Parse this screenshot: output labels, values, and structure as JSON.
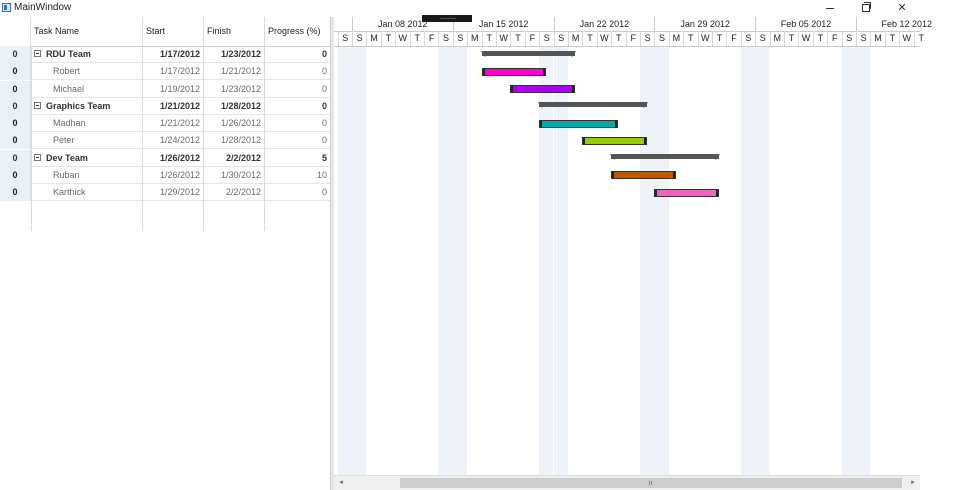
{
  "window": {
    "title": "MainWindow",
    "minimize_icon": "minimize-icon",
    "maximize_icon": "restore-icon",
    "close_icon": "close-icon",
    "close_glyph": "✕"
  },
  "grid": {
    "columns": [
      "Task Name",
      "Start",
      "Finish",
      "Progress (%)"
    ],
    "rows": [
      {
        "idx": "0",
        "name": "RDU Team",
        "start": "1/17/2012",
        "finish": "1/23/2012",
        "progress": "0",
        "parent": true
      },
      {
        "idx": "0",
        "name": "Robert",
        "start": "1/17/2012",
        "finish": "1/21/2012",
        "progress": "0",
        "parent": false
      },
      {
        "idx": "0",
        "name": "Michael",
        "start": "1/19/2012",
        "finish": "1/23/2012",
        "progress": "0",
        "parent": false
      },
      {
        "idx": "0",
        "name": "Graphics Team",
        "start": "1/21/2012",
        "finish": "1/28/2012",
        "progress": "0",
        "parent": true
      },
      {
        "idx": "0",
        "name": "Madhan",
        "start": "1/21/2012",
        "finish": "1/26/2012",
        "progress": "0",
        "parent": false
      },
      {
        "idx": "0",
        "name": "Peter",
        "start": "1/24/2012",
        "finish": "1/28/2012",
        "progress": "0",
        "parent": false
      },
      {
        "idx": "0",
        "name": "Dev Team",
        "start": "1/26/2012",
        "finish": "2/2/2012",
        "progress": "5",
        "parent": true
      },
      {
        "idx": "0",
        "name": "Ruban",
        "start": "1/26/2012",
        "finish": "1/30/2012",
        "progress": "10",
        "parent": false
      },
      {
        "idx": "0",
        "name": "Karthick",
        "start": "1/29/2012",
        "finish": "2/2/2012",
        "progress": "0",
        "parent": false
      }
    ]
  },
  "gantt": {
    "weeks": [
      "Jan 08 2012",
      "Jan 15 2012",
      "Jan 22 2012",
      "Jan 29 2012",
      "Feb 05 2012",
      "Feb 12 2012"
    ],
    "day_letters": [
      "S",
      "S",
      "M",
      "T",
      "W",
      "T",
      "F",
      "S",
      "S",
      "M",
      "T",
      "W",
      "T",
      "F",
      "S",
      "S",
      "M",
      "T",
      "W",
      "T",
      "F",
      "S",
      "S",
      "M",
      "T",
      "W",
      "T",
      "F",
      "S",
      "S",
      "M",
      "T",
      "W",
      "T",
      "F",
      "S",
      "S",
      "M",
      "T",
      "W",
      "T"
    ],
    "bar_colors": {
      "summary": "#555555",
      "Robert": "#ff00cc",
      "Michael": "#aa00ee",
      "Madhan": "#00aaaa",
      "Peter": "#99cc00",
      "Ruban": "#c05800",
      "Karthick": "#ee66bb"
    },
    "weekend_color": "#eef3fa"
  },
  "scrollbar": {
    "left_arrow": "◂",
    "right_arrow": "▸"
  }
}
